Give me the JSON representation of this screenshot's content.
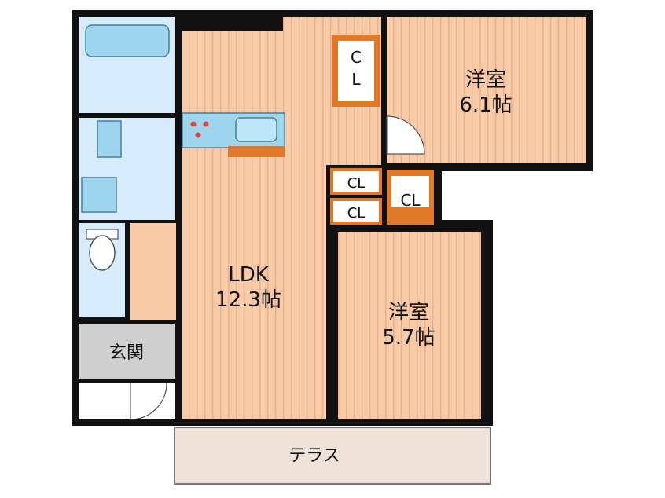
{
  "floor_plan": {
    "colors": {
      "wall": "#111111",
      "wood_floor": "#f7cba8",
      "wood_line": "#eaa889",
      "closet_border": "#e07a2a",
      "wet_area": "#d6ecfa",
      "fixture": "#9fd6ee",
      "entrance": "#cfcfcf",
      "terrace": "#efe2d8"
    },
    "rooms": {
      "ldk": {
        "name": "LDK",
        "size": "12.3帖"
      },
      "western_room_1": {
        "name": "洋室",
        "size": "6.1帖"
      },
      "western_room_2": {
        "name": "洋室",
        "size": "5.7帖"
      },
      "entrance": {
        "name": "玄関"
      },
      "terrace": {
        "name": "テラス"
      }
    },
    "closets": {
      "upper_line1": "C",
      "upper_line2": "L",
      "cl_a": "CL",
      "cl_b": "CL",
      "cl_c": "CL"
    }
  }
}
